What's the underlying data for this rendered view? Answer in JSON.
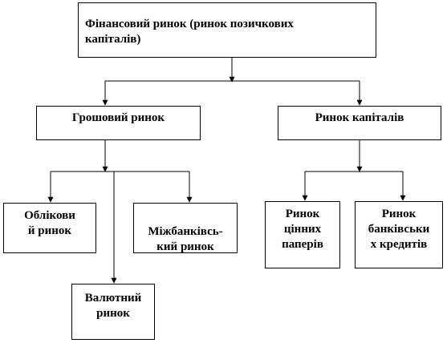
{
  "nodes": {
    "root": {
      "line1": "Фінансовий ринок (ринок позичкових",
      "line2": "капіталів)"
    },
    "money_market": {
      "label": "Грошовий ринок"
    },
    "capital_market": {
      "label": "Ринок капіталів"
    },
    "accounting_market": {
      "line1": "Облікови",
      "line2": "й ринок"
    },
    "interbank_market": {
      "line1": "Міжбанківсь-",
      "line2": "кий ринок"
    },
    "currency_market": {
      "line1": "Валютний",
      "line2": "ринок"
    },
    "securities_market": {
      "line1": "Ринок",
      "line2": "цінних",
      "line3": "паперів"
    },
    "bank_credits_market": {
      "line1": "Ринок",
      "line2": "банківськи",
      "line3": "х кредитів"
    }
  },
  "colors": {
    "line": "#000000",
    "box_border": "#000000",
    "background": "#ffffff",
    "text": "#000000"
  }
}
